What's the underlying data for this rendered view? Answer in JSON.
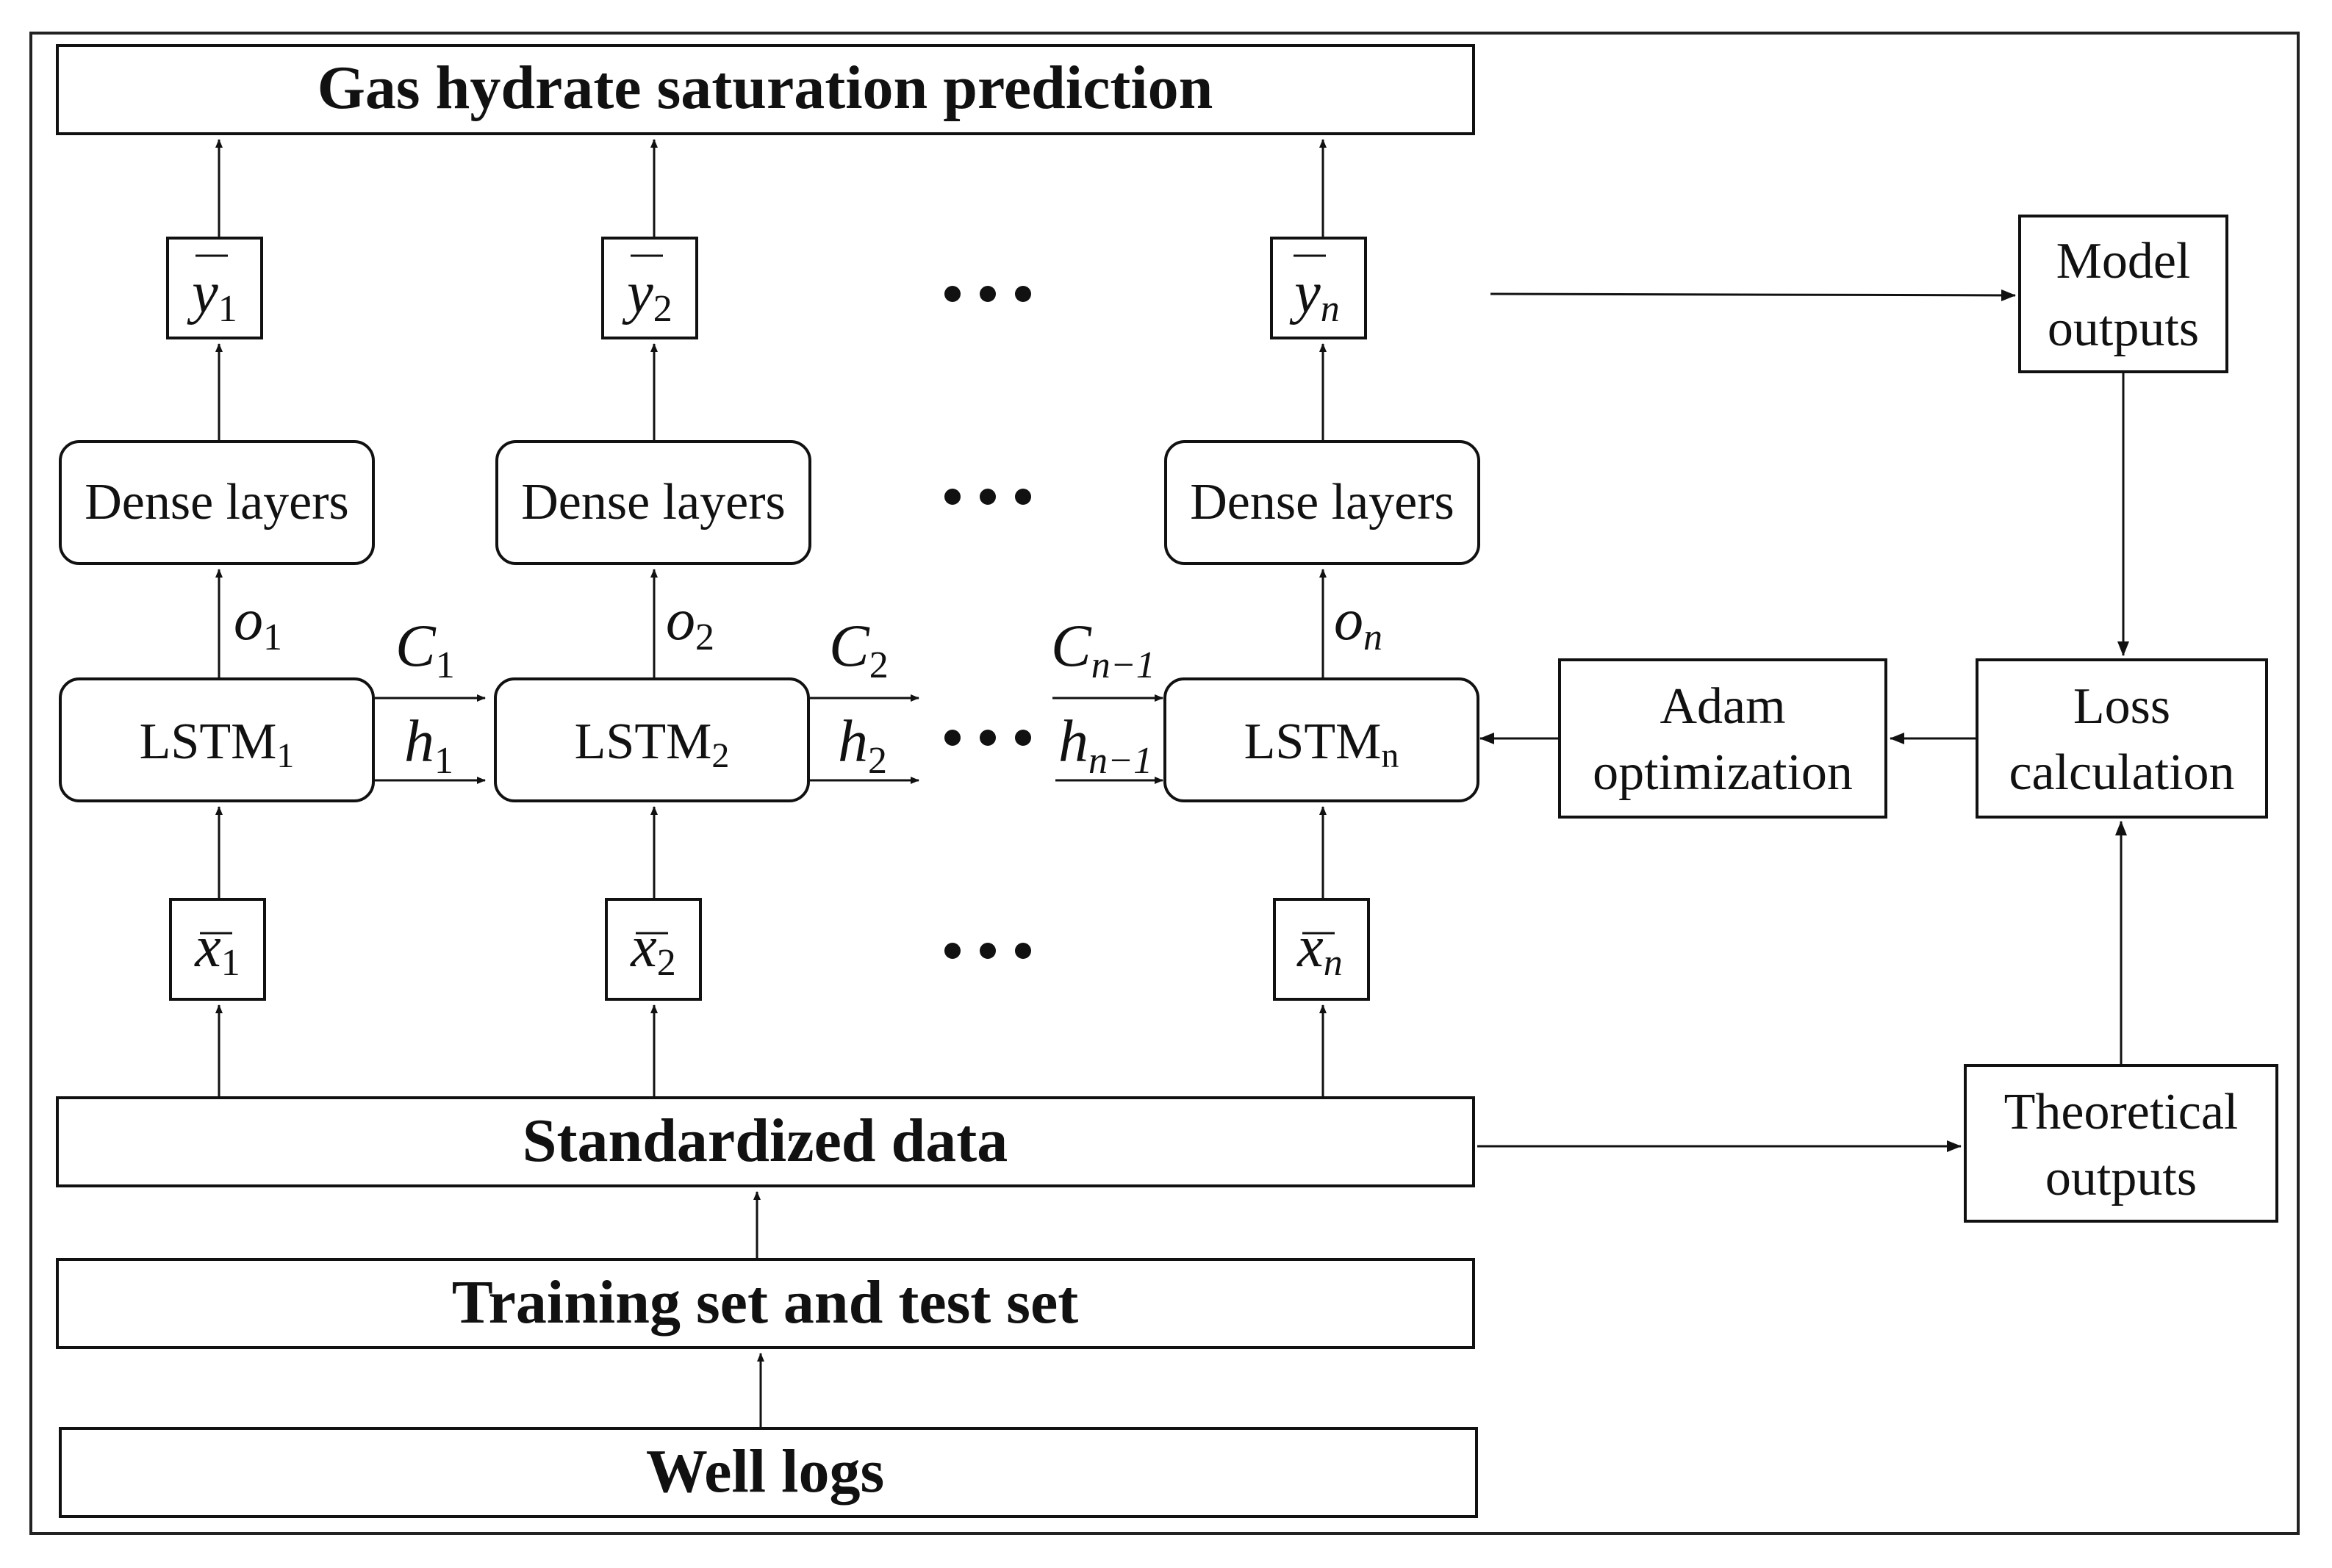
{
  "diagram": {
    "title": "Gas hydrate saturation prediction",
    "standardized": "Standardized data",
    "training": "Training set and test set",
    "well_logs": "Well logs",
    "dense_label": "Dense layers",
    "lstm_base": "LSTM",
    "lstm_subs": [
      "1",
      "2",
      "n"
    ],
    "y_symbol": "y",
    "x_symbol": "x",
    "o_symbol": "o",
    "c_symbol": "C",
    "h_symbol": "h",
    "subs": [
      "1",
      "2",
      "n"
    ],
    "c_subs": [
      "1",
      "2",
      "n−1"
    ],
    "ellipsis": "•••",
    "model_outputs": [
      "Model",
      "outputs"
    ],
    "loss_calc": [
      "Loss",
      "calculation"
    ],
    "adam_opt": [
      "Adam",
      "optimization"
    ],
    "theoretical": [
      "Theoretical",
      "outputs"
    ]
  }
}
